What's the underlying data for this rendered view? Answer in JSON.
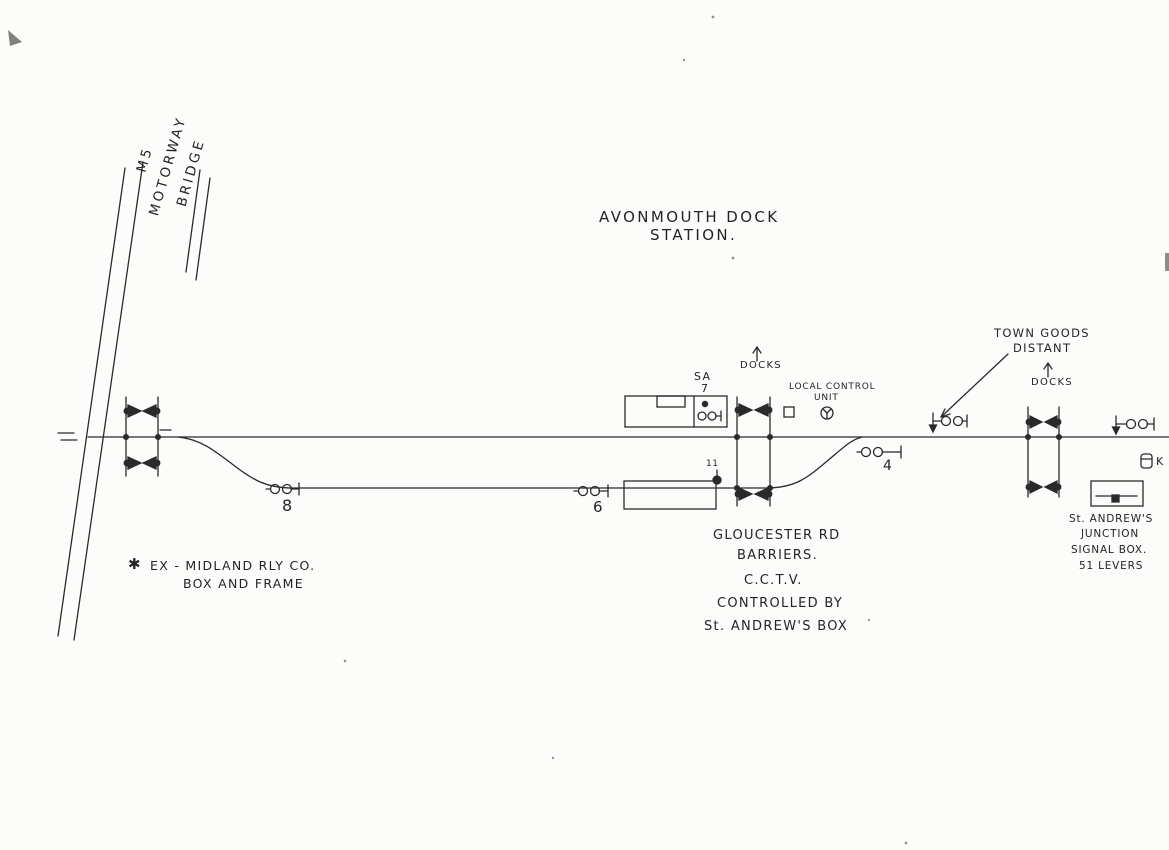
{
  "colors": {
    "ink": "#2a2a2a",
    "paper": "#fcfcfa"
  },
  "icons": {
    "up_arrow": "↑",
    "asterisk": "✱"
  },
  "title": {
    "line1": "AVONMOUTH DOCK",
    "line2": "STATION."
  },
  "bridge_label": {
    "line1": "M5",
    "line2": "MOTORWAY",
    "line3": "BRIDGE"
  },
  "town_goods_distant": {
    "line1": "TOWN GOODS",
    "line2": "DISTANT"
  },
  "docks_left": {
    "label": "DOCKS"
  },
  "docks_right": {
    "label": "DOCKS"
  },
  "local_control_unit": {
    "line1": "LOCAL CONTROL",
    "line2": "UNIT"
  },
  "signals": {
    "signal_8": "8",
    "signal_6": "6",
    "signal_4": "4",
    "signal_11": "11",
    "signal_sa": "SA",
    "signal_7": "7"
  },
  "gloucester_rd": {
    "line1": "GLOUCESTER RD",
    "line2": "BARRIERS.",
    "line3": "C.C.T.V.",
    "line4": "CONTROLLED BY",
    "line5": "St. ANDREW'S BOX"
  },
  "st_andrews_box": {
    "line1": "St. ANDREW'S",
    "line2": "JUNCTION",
    "line3": "SIGNAL BOX.",
    "line4": "51 LEVERS"
  },
  "ex_midland": {
    "marker": "✱",
    "line1": "EX - MIDLAND RLY CO.",
    "line2": "BOX AND FRAME"
  },
  "k_label": "K"
}
